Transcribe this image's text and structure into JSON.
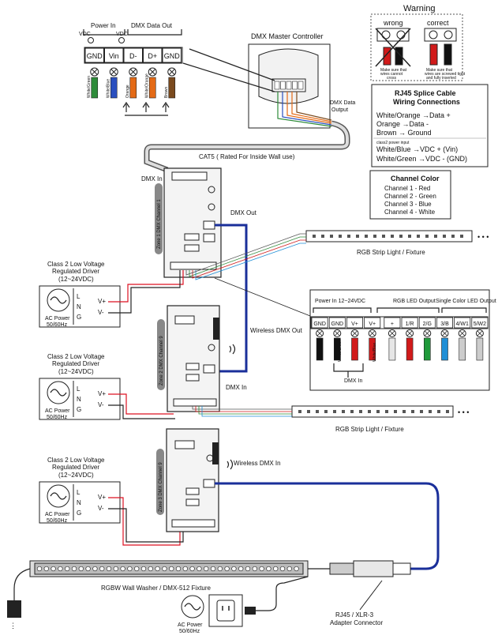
{
  "warning": {
    "title": "Warning",
    "wrong_label": "wrong",
    "correct_label": "correct",
    "wrong_note": "Make sure that wires cannot cross",
    "correct_note": "Make sure that wires are screwed tight and fully inserted"
  },
  "rj45": {
    "title_line1": "RJ45 Splice Cable",
    "title_line2": "Wiring Connections",
    "rows": [
      "White/Orange  →Data +",
      "Orange  →Data -",
      "Brown → Ground"
    ],
    "power_note": "class2 power input",
    "power_rows": [
      "White/Blue  →VDC + (Vin)",
      "White/Green  →VDC - (GND)"
    ]
  },
  "channel_color": {
    "title": "Channel Color",
    "rows": [
      "Channel 1 -  Red",
      "Channel 2 -  Green",
      "Channel 3 -  Blue",
      "Channel 4 -  White"
    ]
  },
  "top_terminal": {
    "power_in": "Power In",
    "dmx_data_out": "DMX Data Out",
    "vdc_minus": "VDC",
    "vdc_plus": "VDC",
    "terminals": [
      "GND",
      "Vin",
      "D-",
      "D+",
      "GND"
    ],
    "wire_labels": [
      "White/Green",
      "White/Blue",
      "Orange",
      "White/Orange",
      "Brown"
    ],
    "wire_colors": [
      "#2e8b3a",
      "#2a4fbf",
      "#e46a16",
      "#e46a16",
      "#7a4a1e"
    ]
  },
  "master": {
    "title": "DMX Master Controller",
    "output_label_line1": "DMX Data",
    "output_label_line2": "Output"
  },
  "cat5_label": "CAT5 ( Rated For Inside Wall use)",
  "labels": {
    "dmx_in_top": "DMX In",
    "dmx_out": "DMX Out",
    "wireless_dmx_out": "Wireless DMX Out",
    "dmx_in_mid": "DMX In",
    "wireless_dmx_in": "Wireless DMX In",
    "dmx_in_pinout": "DMX In",
    "strip1": "RGB Strip Light / Fixture",
    "strip2": "RGB Strip Light / Fixture",
    "wall_washer": "RGBW Wall Washer / DMX-512 Fixture",
    "adapter_line1": "RJ45 / XLR-3",
    "adapter_line2": "Adapter Connector",
    "ac_power_bottom_1": "AC Power",
    "ac_power_bottom_2": "50/60Hz",
    "ellipsis": "• • •"
  },
  "zones": [
    {
      "label": "Zone 1 DMX Channel 1"
    },
    {
      "label": "Zone 2 DMX Channel 9"
    },
    {
      "label": "Zone 3 DMX Channel 9"
    }
  ],
  "driver": {
    "title_line1": "Class 2 Low Voltage",
    "title_line2": "Regulated Driver",
    "title_line3": "(12~24VDC)",
    "ac_line1": "AC Power",
    "ac_line2": "50/60Hz",
    "terms": [
      "L",
      "N",
      "G"
    ],
    "outs": [
      "V+",
      "V-"
    ]
  },
  "pinout": {
    "power_in": "Power In 12~24VDC",
    "rgb_out": "RGB LED Output",
    "single_out": "Single Color LED Output",
    "terminals": [
      "GND",
      "GND",
      "V+",
      "V+",
      "+",
      "1/R",
      "2/G",
      "3/B",
      "4/W1",
      "5/W2"
    ],
    "colors": [
      "#111111",
      "#111111",
      "#d11a1a",
      "#d11a1a",
      "#e6e6e6",
      "#d11a1a",
      "#1f9a3a",
      "#1f8fd6",
      "#cccccc",
      "#cccccc"
    ],
    "side_labels": [
      "White/Green",
      "White/Blue"
    ]
  },
  "colors": {
    "dmx_blue": "#1a2f9a",
    "red": "#d11a1a",
    "green": "#1f9a3a",
    "orange": "#e46a16",
    "brown": "#7a4a1e"
  }
}
